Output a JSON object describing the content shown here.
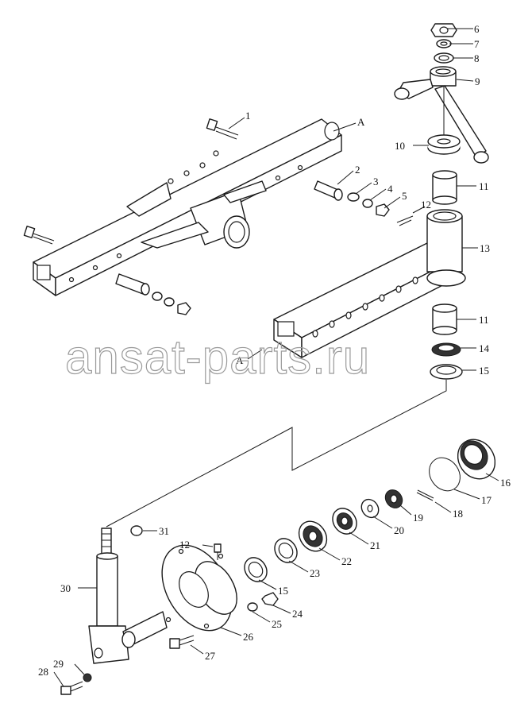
{
  "watermark": "ansat-parts.ru",
  "section_marks": [
    "A",
    "A"
  ],
  "callouts": [
    "1",
    "2",
    "3",
    "4",
    "5",
    "6",
    "7",
    "8",
    "9",
    "10",
    "11",
    "11",
    "12",
    "12",
    "13",
    "14",
    "15",
    "15",
    "16",
    "17",
    "18",
    "19",
    "20",
    "21",
    "22",
    "23",
    "24",
    "25",
    "26",
    "27",
    "28",
    "29",
    "30",
    "31"
  ]
}
